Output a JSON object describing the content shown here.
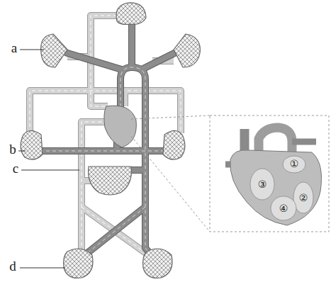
{
  "diagram": {
    "labels": [
      "a",
      "①",
      "b",
      "③",
      "②",
      "c",
      "④",
      "d"
    ]
  }
}
